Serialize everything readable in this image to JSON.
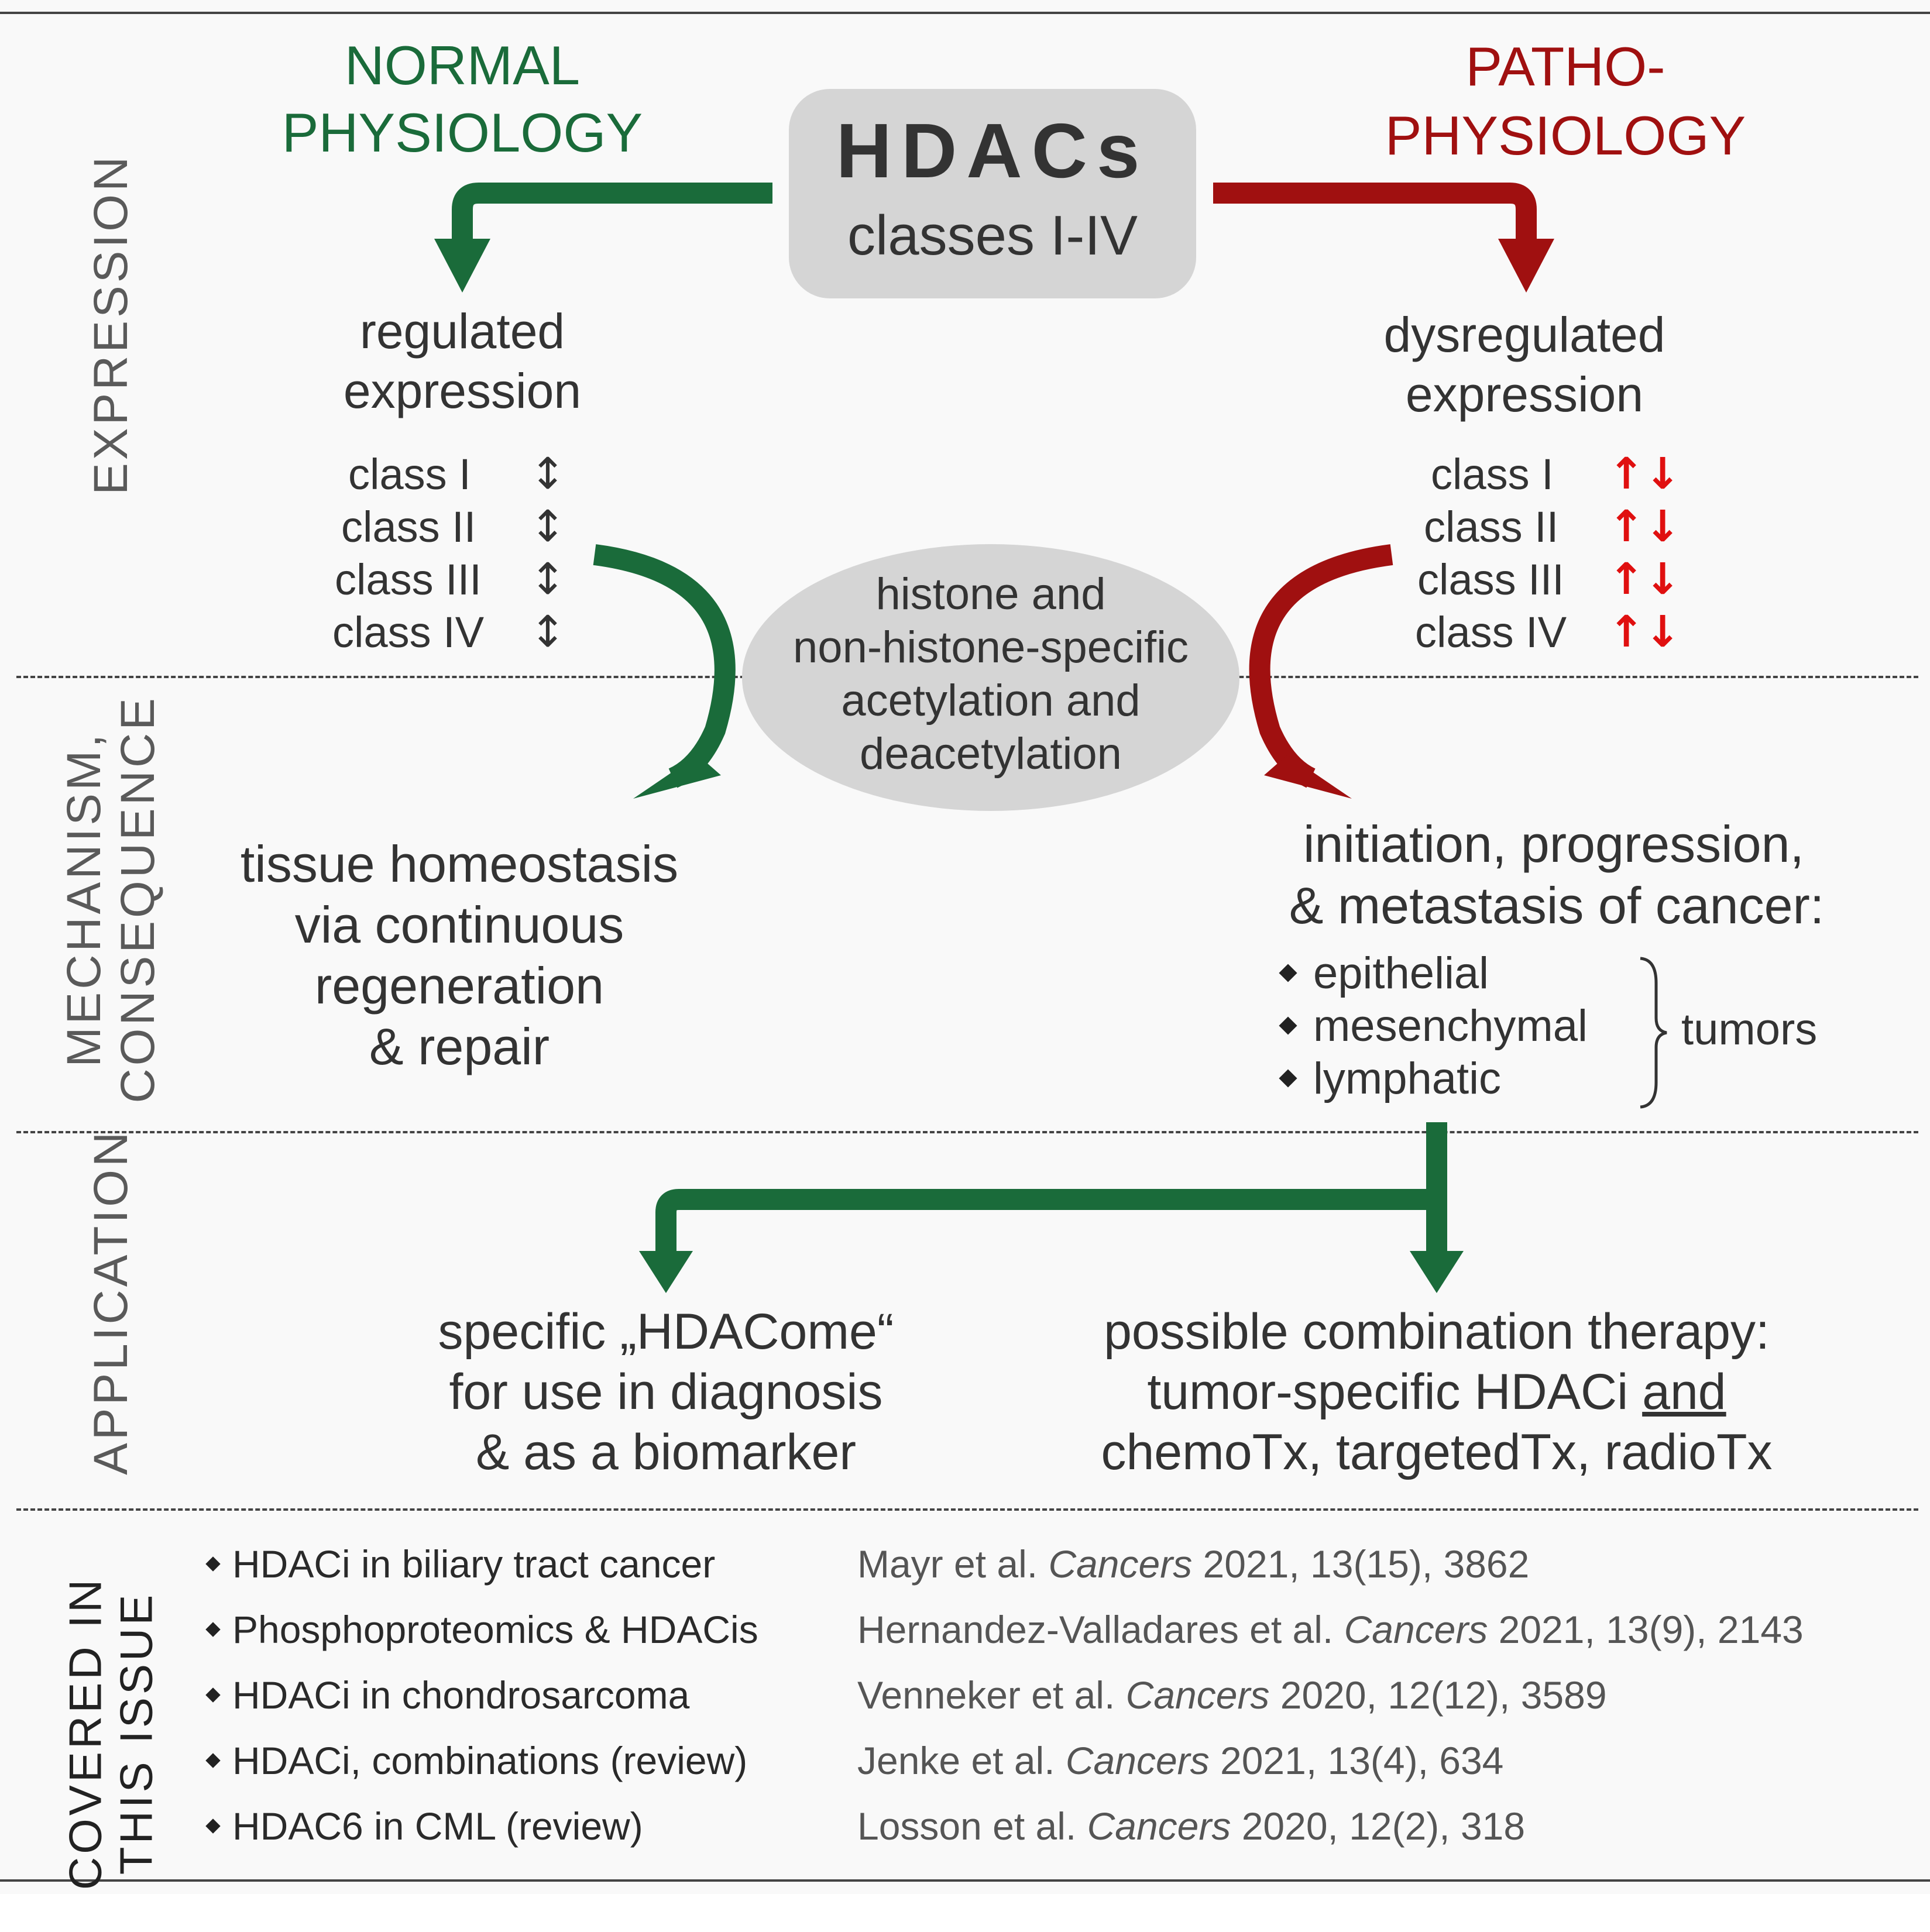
{
  "header": {
    "normal_line1": "NORMAL",
    "normal_line2": "PHYSIOLOGY",
    "patho_line1": "PATHO-",
    "patho_line2": "PHYSIOLOGY",
    "hdacs_title": "HDACs",
    "hdacs_subtitle": "classes I-IV"
  },
  "side_labels": {
    "expression": "EXPRESSION",
    "mechanism_line1": "MECHANISM,",
    "mechanism_line2": "CONSEQUENCE",
    "application": "APPLICATION",
    "covered_line1": "COVERED IN",
    "covered_line2": "THIS ISSUE"
  },
  "expression": {
    "left_line1": "regulated",
    "left_line2": "expression",
    "right_line1": "dysregulated",
    "right_line2": "expression",
    "classes": [
      "class I",
      "class II",
      "class III",
      "class IV"
    ],
    "left_symbol": "↕",
    "right_symbol": "↑↓"
  },
  "mechanism": {
    "center_lines": [
      "histone and",
      "non-histone-specific",
      "acetylation and",
      "deacetylation"
    ],
    "left_lines": [
      "tissue homeostasis",
      "via continuous",
      "regeneration",
      "& repair"
    ],
    "right_line1": "initiation, progression,",
    "right_line2": "& metastasis of cancer:",
    "tumor_types": [
      "epithelial",
      "mesenchymal",
      "lymphatic"
    ],
    "tumors_label": "tumors"
  },
  "application": {
    "left_lines": [
      "specific „HDACome“",
      "for use in diagnosis",
      "& as a biomarker"
    ],
    "right_line1": "possible combination therapy:",
    "right_line2_a": "tumor-specific HDACi ",
    "right_line2_b": "and",
    "right_line3": "chemoTx, targetedTx, radioTx"
  },
  "covered": [
    {
      "topic": "HDACi in biliary tract cancer",
      "authors": "Mayr et al. ",
      "journal": "Cancers",
      "citation": " 2021, 13(15), 3862"
    },
    {
      "topic": "Phosphoproteomics & HDACis",
      "authors": "Hernandez-Valladares et al. ",
      "journal": "Cancers",
      "citation": " 2021, 13(9), 2143"
    },
    {
      "topic": "HDACi in chondrosarcoma",
      "authors": "Venneker et al. ",
      "journal": "Cancers",
      "citation": " 2020, 12(12), 3589"
    },
    {
      "topic": "HDACi, combinations (review)",
      "authors": "Jenke et al. ",
      "journal": "Cancers",
      "citation": " 2021, 13(4), 634"
    },
    {
      "topic": "HDAC6 in CML (review)",
      "authors": "Losson et al. ",
      "journal": "Cancers",
      "citation": " 2020, 12(2), 318"
    }
  ],
  "colors": {
    "green": "#1a6b3a",
    "red": "#a01010",
    "arrow_red_symbols": "#e01010",
    "box_grey": "#d5d5d5"
  }
}
